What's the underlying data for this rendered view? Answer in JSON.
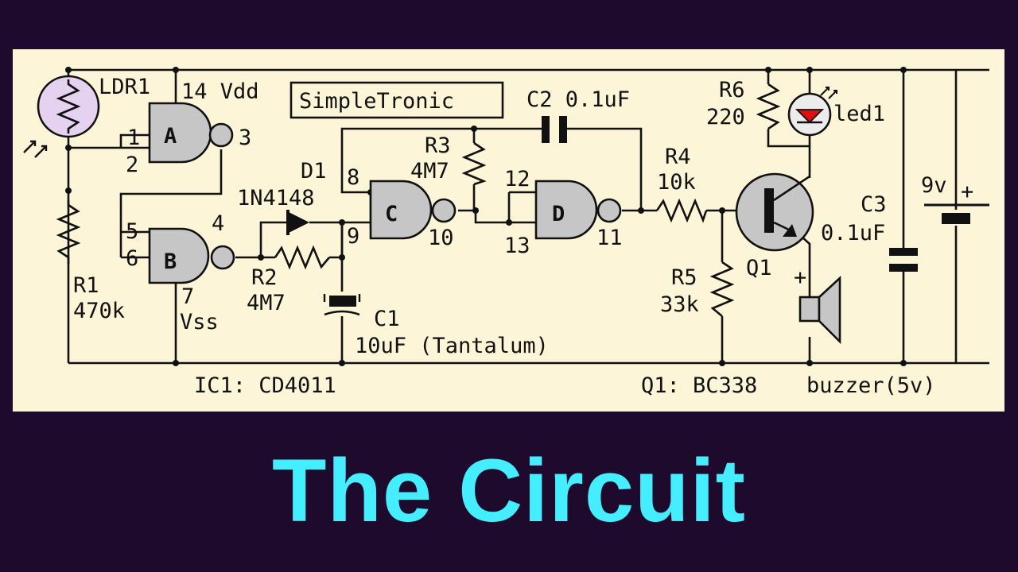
{
  "diagram": {
    "brand_box": "SimpleTronic",
    "ldr": "LDR1",
    "vdd": "14 Vdd",
    "vss": "Vss",
    "gates": [
      "A",
      "B",
      "C",
      "D"
    ],
    "pins": {
      "p1": "1",
      "p2": "2",
      "p3": "3",
      "p4": "4",
      "p5": "5",
      "p6": "6",
      "p7": "7",
      "p8": "8",
      "p9": "9",
      "p10": "10",
      "p11": "11",
      "p12": "12",
      "p13": "13"
    },
    "d1_name": "D1",
    "d1_value": "1N4148",
    "r1_name": "R1",
    "r1_value": "470k",
    "r2_name": "R2",
    "r2_value": "4M7",
    "r3_name": "R3",
    "r3_value": "4M7",
    "r4_name": "R4",
    "r4_value": "10k",
    "r5_name": "R5",
    "r5_value": "33k",
    "r6_name": "R6",
    "r6_value": "220",
    "c1_name": "C1",
    "c1_value": "10uF (Tantalum)",
    "c2_label": "C2 0.1uF",
    "c3_name": "C3",
    "c3_value": "0.1uF",
    "led": "led1",
    "q1_name": "Q1",
    "battery": "9v",
    "battery_plus": "+",
    "buzzer_plus": "+",
    "ic1_label": "IC1: CD4011",
    "q1_part": "Q1: BC338",
    "buzzer": "buzzer(5v)",
    "colors": {
      "background": "#1e0a2c",
      "panel": "#fdf5d8",
      "title": "#44eeff",
      "gate_fill": "#c6c6c6",
      "led": "#e01010"
    }
  },
  "title": "The Circuit"
}
